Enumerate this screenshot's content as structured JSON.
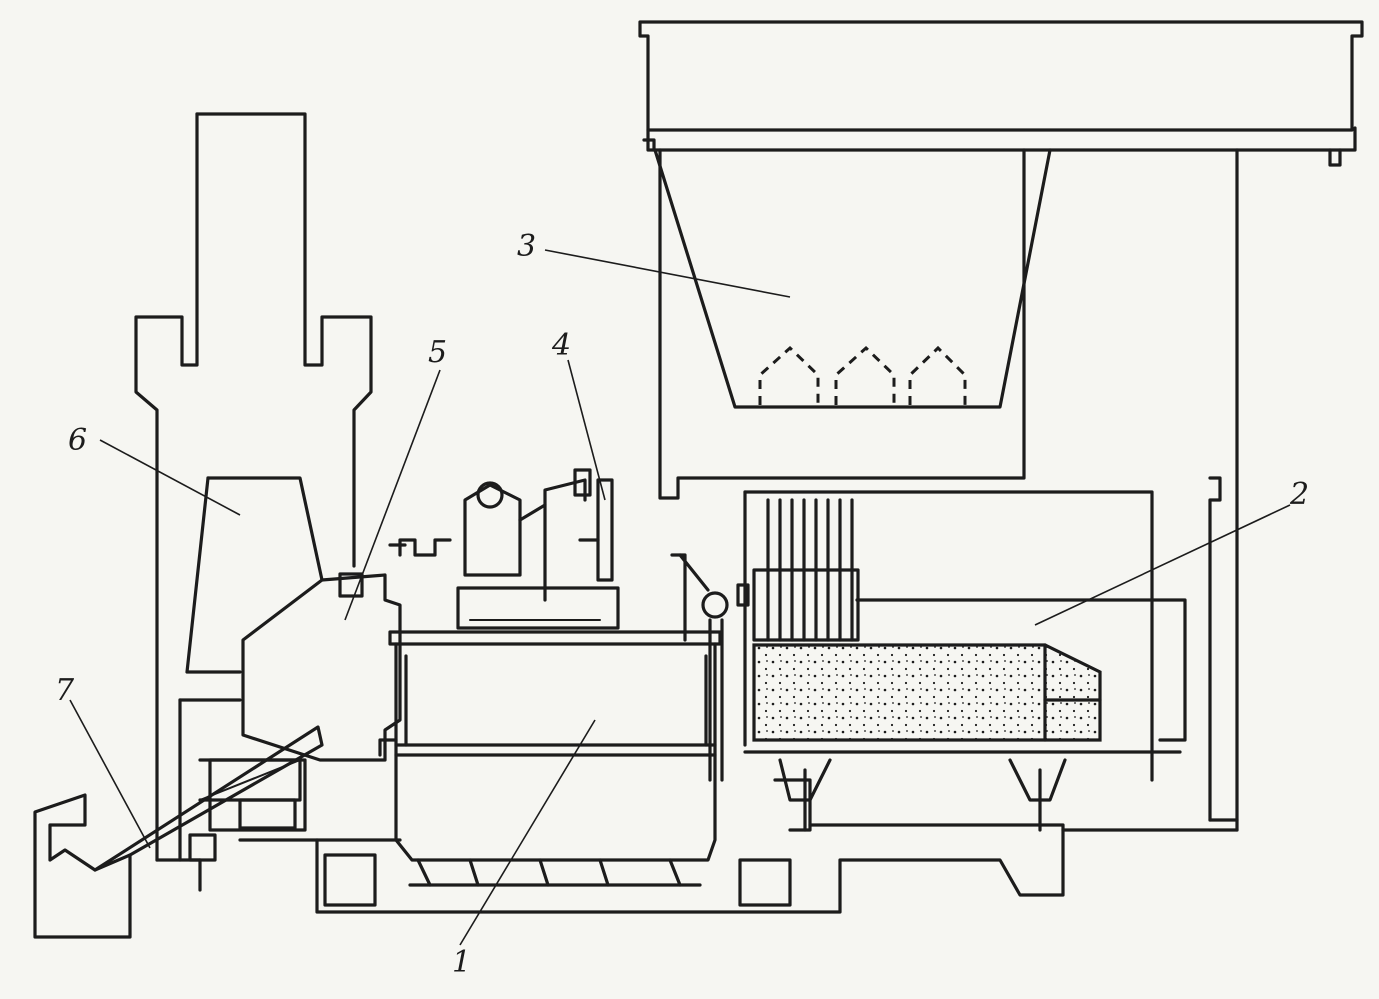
{
  "labels": {
    "l1": "1",
    "l2": "2",
    "l3": "3",
    "l4": "4",
    "l5": "5",
    "l6": "6",
    "l7": "7"
  },
  "colors": {
    "ink": "#1c1c1c",
    "paper": "#f6f6f2"
  }
}
